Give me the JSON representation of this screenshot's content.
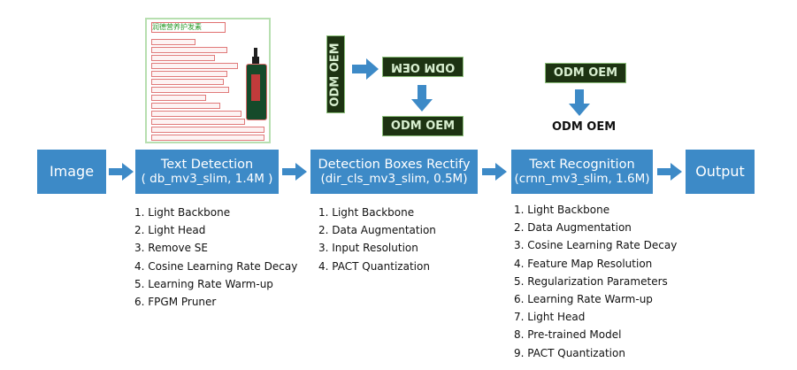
{
  "boxes": {
    "image": "Image",
    "detection_title": "Text Detection",
    "detection_sub": "( db_mv3_slim, 1.4M )",
    "rectify_title": "Detection Boxes Rectify",
    "rectify_sub": "(dir_cls_mv3_slim, 0.5M)",
    "recognition_title": "Text Recognition",
    "recognition_sub": "(crnn_mv3_slim, 1.6M)",
    "output": "Output"
  },
  "lists": {
    "detection": [
      "1. Light Backbone",
      "2. Light Head",
      "3. Remove SE",
      "4. Cosine Learning Rate Decay",
      "5. Learning Rate Warm-up",
      "6. FPGM Pruner"
    ],
    "rectify": [
      "1. Light Backbone",
      "2. Data Augmentation",
      "3. Input Resolution",
      "4. PACT Quantization"
    ],
    "recognition": [
      "1. Light Backbone",
      "2. Data Augmentation",
      "3. Cosine Learning Rate Decay",
      "4. Feature Map Resolution",
      "5. Regularization Parameters",
      "6. Learning Rate Warm-up",
      "7. Light Head",
      "8. Pre-trained Model",
      "9. PACT Quantization"
    ]
  },
  "ocr_samples": {
    "vertical": "ODM OEM",
    "rotated": "ODM OEM",
    "rectified": "ODM OEM",
    "recognition_crop": "ODM OEM",
    "recognized_text": "ODM OEM"
  },
  "product_image": {
    "heading": "润德营养护发素"
  },
  "colors": {
    "box": "#3d8ac7",
    "arrow": "#3d8ac7",
    "ocr_bg": "#1d3312"
  }
}
